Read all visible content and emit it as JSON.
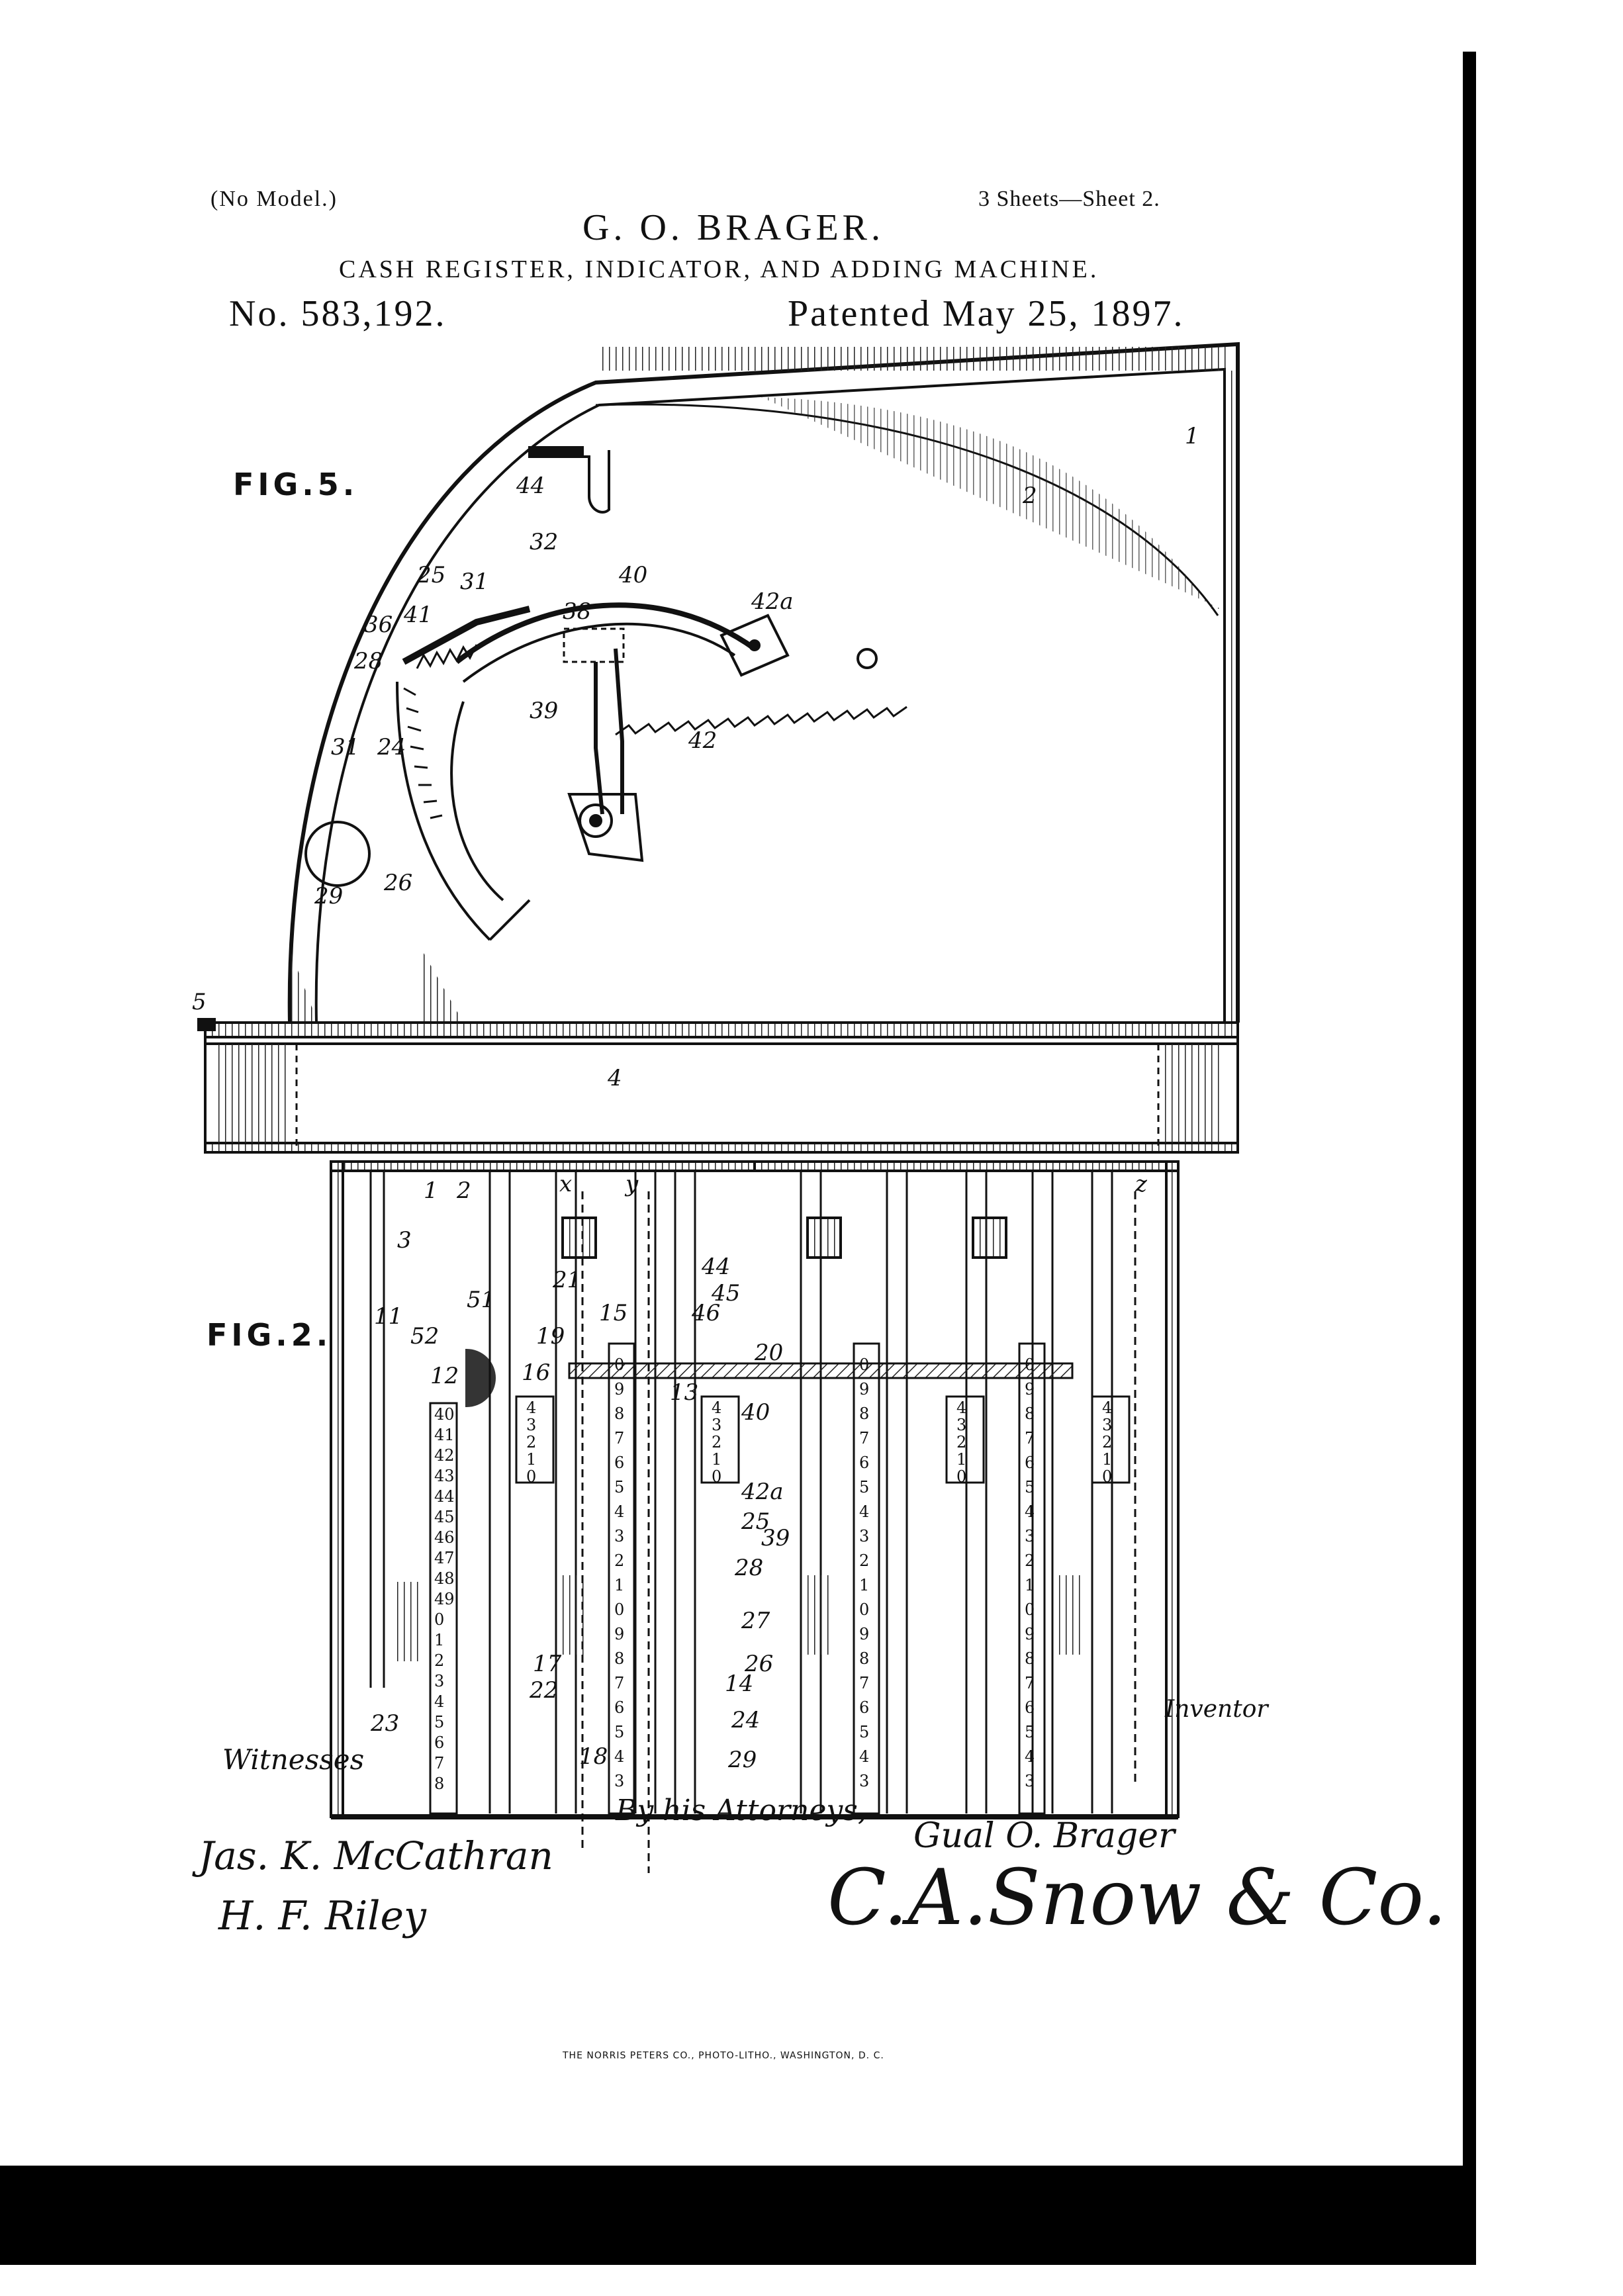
{
  "header": {
    "no_model": "(No Model.)",
    "sheets": "3 Sheets—Sheet 2.",
    "inventor_name": "G. O. BRAGER.",
    "title": "CASH REGISTER, INDICATOR, AND ADDING MACHINE.",
    "patent_no": "No. 583,192.",
    "patent_date": "Patented May 25, 1897."
  },
  "figures": {
    "fig5_label": "FIG.5.",
    "fig2_label": "FIG.2."
  },
  "fig5_refs": [
    "1",
    "2",
    "44",
    "32",
    "40",
    "25",
    "31",
    "42a",
    "36",
    "41",
    "38",
    "28",
    "39",
    "31",
    "24",
    "42",
    "29",
    "26",
    "5",
    "4"
  ],
  "fig2_refs": [
    "1",
    "2",
    "3",
    "x",
    "y",
    "z",
    "21",
    "44",
    "45",
    "11",
    "51",
    "52",
    "12",
    "15",
    "46",
    "19",
    "20",
    "16",
    "13",
    "40",
    "42a",
    "25",
    "39",
    "28",
    "27",
    "17",
    "26",
    "22",
    "14",
    "24",
    "23",
    "18",
    "29"
  ],
  "scale_a": [
    "40",
    "41",
    "42",
    "43",
    "44",
    "45",
    "46",
    "47",
    "48",
    "49",
    "0",
    "1",
    "2",
    "3",
    "4",
    "5",
    "6",
    "7",
    "8"
  ],
  "scale_b": [
    "4",
    "3",
    "2",
    "1",
    "0"
  ],
  "scale_c": [
    "0",
    "9",
    "8",
    "7",
    "6",
    "5",
    "4",
    "3",
    "2",
    "1",
    "0",
    "9",
    "8",
    "7",
    "6",
    "5",
    "4",
    "3"
  ],
  "signatures": {
    "witnesses_label": "Witnesses",
    "witness_1": "Jas. K. McCathran",
    "witness_2": "H. F. Riley",
    "by_attorneys": "By his Attorneys,",
    "inventor_label": "Inventor",
    "inventor_signature": "Gual O. Brager",
    "attorney_signature": "C.A.Snow & Co."
  },
  "footer": {
    "printer": "THE NORRIS PETERS CO., PHOTO-LITHO., WASHINGTON, D. C."
  }
}
